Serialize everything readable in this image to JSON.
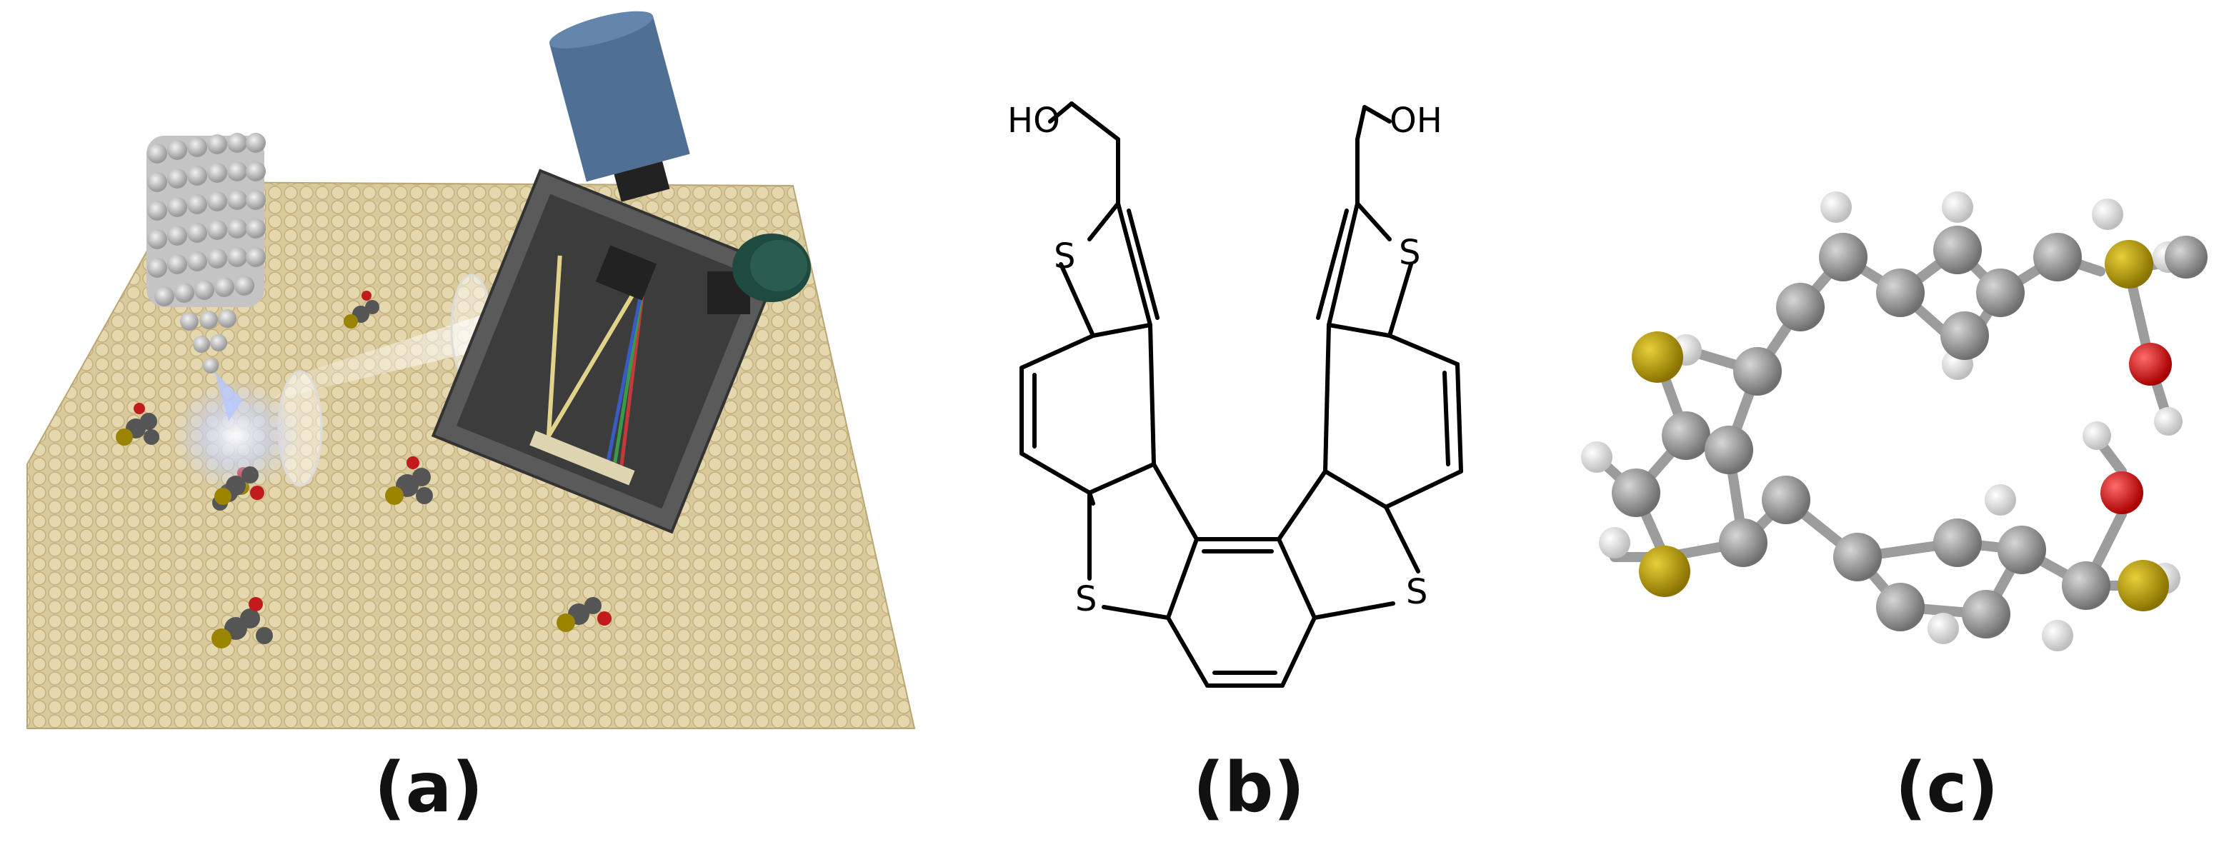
{
  "figure": {
    "panels": [
      {
        "id": "a",
        "caption": "(a)"
      },
      {
        "id": "b",
        "caption": "(b)"
      },
      {
        "id": "c",
        "caption": "(c)"
      }
    ],
    "structure_labels": {
      "hydroxyl_left": "HO",
      "hydroxyl_right": "OH",
      "sulfur": "S"
    }
  },
  "colors": {
    "substrate": "#d9c99b",
    "tip": "#bfbfbf",
    "spectrometer_body": "#4a4a4a",
    "detector": "#4f6f95",
    "knob": "#1f4a3f",
    "carbon": "#8a8a8a",
    "sulfur": "#b59a00",
    "oxygen": "#d01010",
    "hydrogen": "#ededed"
  }
}
